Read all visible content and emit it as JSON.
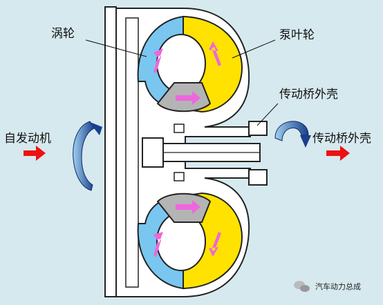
{
  "labels": {
    "turbine": "涡轮",
    "pump": "泵叶轮",
    "input": "自发动机",
    "output_housing": "传动桥外壳",
    "output_right": "传动桥外壳"
  },
  "watermark": "汽车动力总成",
  "colors": {
    "background": "#d6e9ee",
    "turbine_blue": "#79c6f0",
    "pump_yellow": "#ffe200",
    "stator_gray": "#b4b4b4",
    "flow_arrow": "#ee66dd",
    "input_arrow": "#ee1111",
    "rotation_arrow": "#1a3f8c",
    "casing_outline": "#222222"
  }
}
